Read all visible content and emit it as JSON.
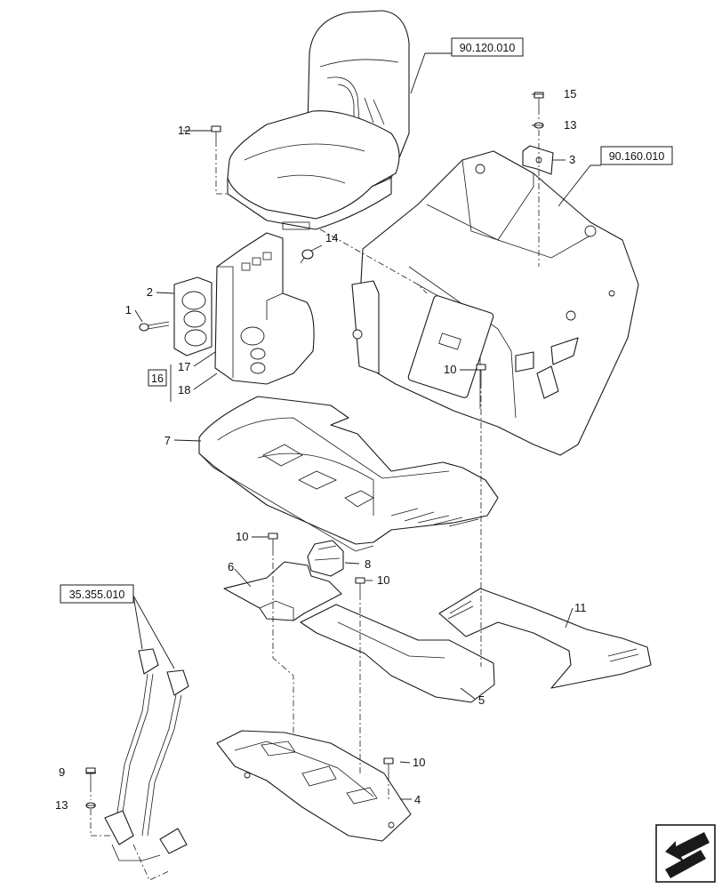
{
  "references": {
    "seat": "90.120.010",
    "frame": "90.160.010",
    "levers": "35.355.010",
    "kit": "16"
  },
  "callouts": {
    "c1": "1",
    "c2": "2",
    "c3": "3",
    "c4": "4",
    "c5": "5",
    "c6": "6",
    "c7": "7",
    "c8": "8",
    "c9": "9",
    "c10a": "10",
    "c10b": "10",
    "c10c": "10",
    "c10d": "10",
    "c11": "11",
    "c12": "12",
    "c13a": "13",
    "c13b": "13",
    "c14": "14",
    "c15": "15",
    "c17": "17",
    "c18": "18"
  },
  "icons": {
    "navigation": "arrow-icon"
  },
  "colors": {
    "line": "#1a1a1a",
    "background": "#ffffff"
  }
}
